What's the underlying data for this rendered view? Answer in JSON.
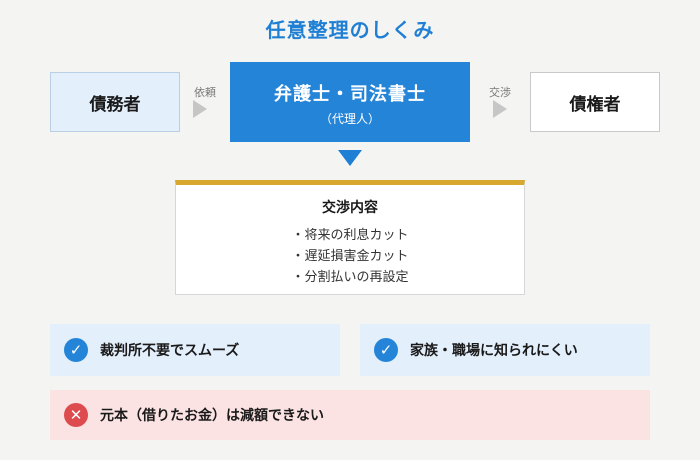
{
  "title": "任意整理のしくみ",
  "debtor": {
    "label": "債務者"
  },
  "request": {
    "label": "依頼"
  },
  "lawyer": {
    "label": "弁護士・司法書士",
    "sub": "（代理人）"
  },
  "negotiation_arrow": {
    "label": "交渉"
  },
  "creditor": {
    "label": "債権者"
  },
  "negotiation": {
    "heading": "交渉内容",
    "items": [
      "将来の利息カット",
      "遅延損害金カット",
      "分割払いの再設定"
    ]
  },
  "merits": [
    {
      "icon": "check-icon",
      "text": "裁判所不要でスムーズ"
    },
    {
      "icon": "check-icon",
      "text": "家族・職場に知られにくい"
    }
  ],
  "demerit": {
    "icon": "cross-icon",
    "text": "元本（借りたお金）は減額できない"
  },
  "colors": {
    "accent": "#2484d8",
    "gold": "#d8a82e",
    "negative": "#dd4b4f"
  }
}
